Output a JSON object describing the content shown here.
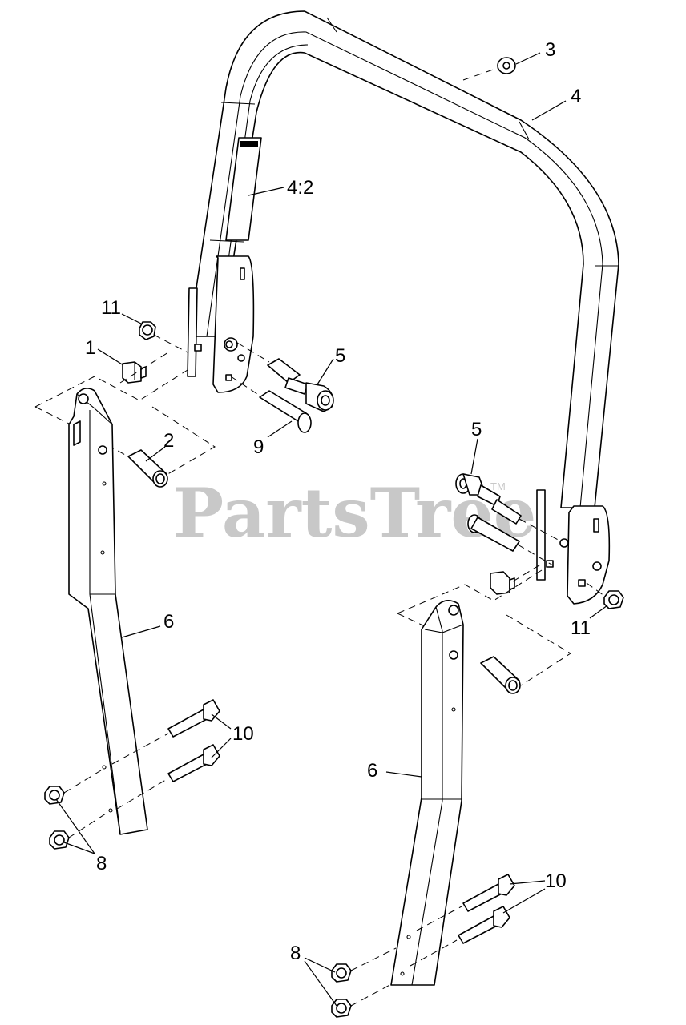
{
  "watermark": {
    "text": "PartsTree",
    "trademark": "TM"
  },
  "callouts": [
    {
      "id": "c-3",
      "text": "3"
    },
    {
      "id": "c-4",
      "text": "4"
    },
    {
      "id": "c-4-2",
      "text": "4:2"
    },
    {
      "id": "c-11-left",
      "text": "11"
    },
    {
      "id": "c-1",
      "text": "1"
    },
    {
      "id": "c-5-left",
      "text": "5"
    },
    {
      "id": "c-2",
      "text": "2"
    },
    {
      "id": "c-9",
      "text": "9"
    },
    {
      "id": "c-5-right",
      "text": "5"
    },
    {
      "id": "c-11-right",
      "text": "11"
    },
    {
      "id": "c-6-left",
      "text": "6"
    },
    {
      "id": "c-10-left",
      "text": "10"
    },
    {
      "id": "c-8-left",
      "text": "8"
    },
    {
      "id": "c-6-right",
      "text": "6"
    },
    {
      "id": "c-10-right",
      "text": "10"
    },
    {
      "id": "c-8-right",
      "text": "8"
    }
  ]
}
